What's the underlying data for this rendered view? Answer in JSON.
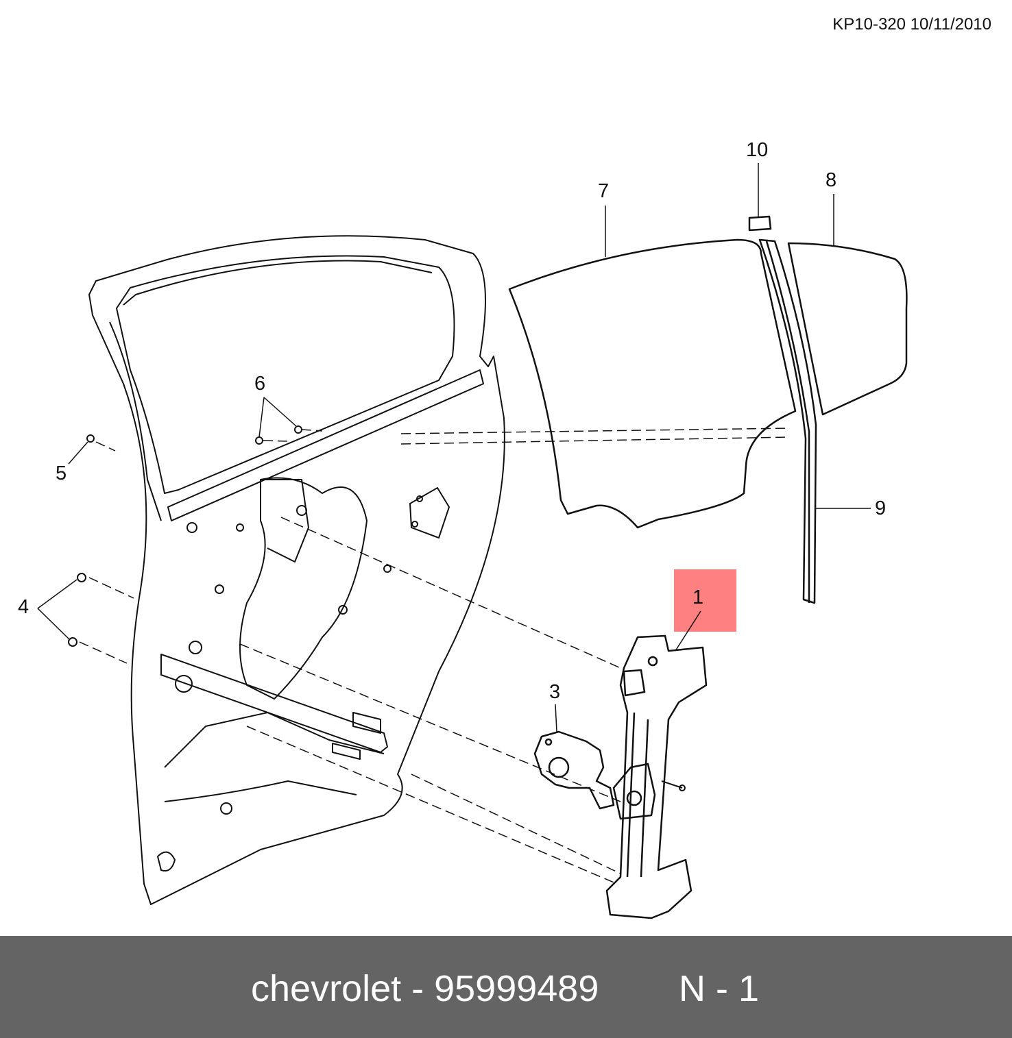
{
  "header": {
    "doc_code": "KP10-320 10/11/2010"
  },
  "callouts": {
    "c1": "1",
    "c3": "3",
    "c4": "4",
    "c5": "5",
    "c6": "6",
    "c7": "7",
    "c8": "8",
    "c9": "9",
    "c10": "10"
  },
  "footer": {
    "brand_part": "chevrolet - 95999489",
    "qty": "N - 1"
  },
  "colors": {
    "highlight": "#ff8080",
    "footer_bg": "#646464",
    "footer_text": "#ffffff"
  }
}
